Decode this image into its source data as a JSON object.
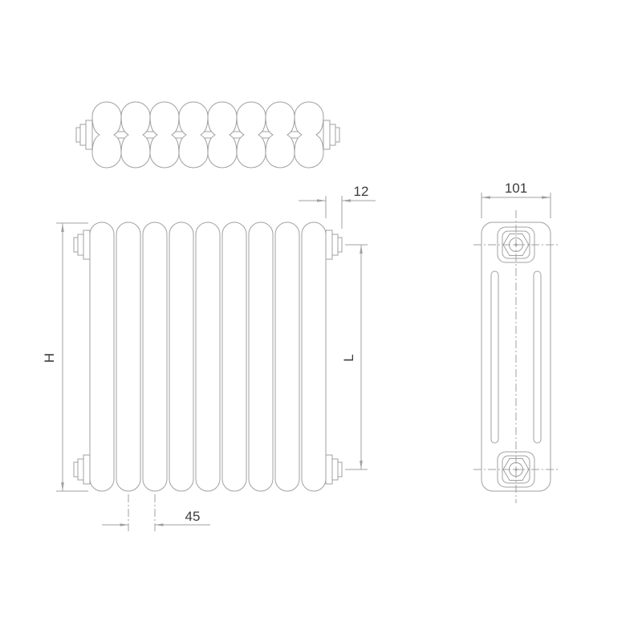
{
  "drawing": {
    "background": "#ffffff",
    "line_color": "#a0a0a0",
    "text_color": "#3c3c3c",
    "views": {
      "top": {
        "name": "top view",
        "element_count": 8
      },
      "front": {
        "name": "front view",
        "tube_count": 9
      },
      "side": {
        "name": "side view"
      }
    },
    "dimensions": {
      "tapping_offset": "12",
      "depth": "101",
      "height": "H",
      "connection_distance": "L",
      "element_pitch": "45"
    }
  }
}
